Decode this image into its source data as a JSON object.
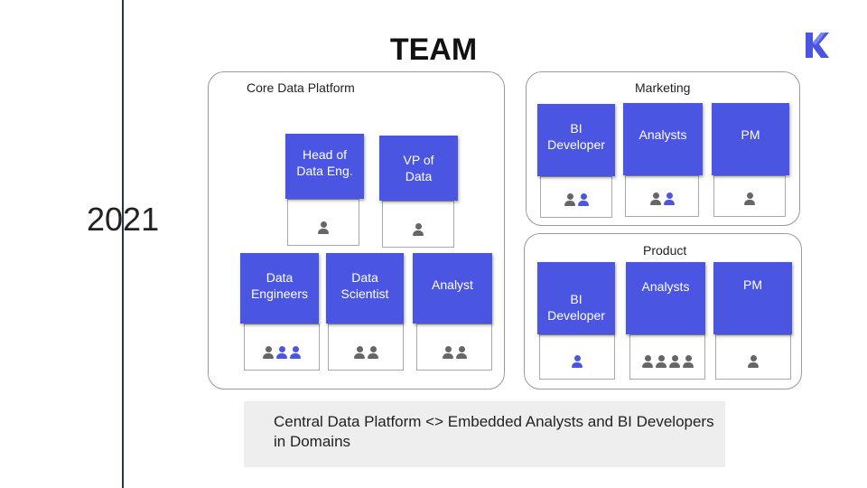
{
  "year": "2021",
  "title": "TEAM",
  "logo_letter": "K",
  "colors": {
    "accent": "#4a56e2",
    "person_gray": "#666666",
    "timeline": "#1f3550"
  },
  "core": {
    "label": "Core Data Platform",
    "cards": [
      {
        "label": "Head of\nData Eng.",
        "people": [
          "gray"
        ]
      },
      {
        "label": "VP of\nData",
        "people": [
          "gray"
        ]
      },
      {
        "label": "Data\nEngineers",
        "people": [
          "gray",
          "blue",
          "blue"
        ]
      },
      {
        "label": "Data\nScientist",
        "people": [
          "gray",
          "gray"
        ]
      },
      {
        "label": "Analyst",
        "people": [
          "gray",
          "gray"
        ]
      }
    ]
  },
  "marketing": {
    "label": "Marketing",
    "cards": [
      {
        "label": "BI\nDeveloper",
        "people": [
          "gray",
          "blue"
        ]
      },
      {
        "label": "Analysts",
        "people": [
          "gray",
          "blue"
        ]
      },
      {
        "label": "PM",
        "people": [
          "gray"
        ]
      }
    ]
  },
  "product": {
    "label": "Product",
    "cards": [
      {
        "label": "BI\nDeveloper",
        "people": [
          "blue"
        ]
      },
      {
        "label": "Analysts",
        "people": [
          "gray",
          "gray",
          "gray",
          "gray"
        ]
      },
      {
        "label": "PM",
        "people": [
          "gray"
        ]
      }
    ]
  },
  "summary": "Central Data Platform <> Embedded Analysts and BI Developers in Domains"
}
